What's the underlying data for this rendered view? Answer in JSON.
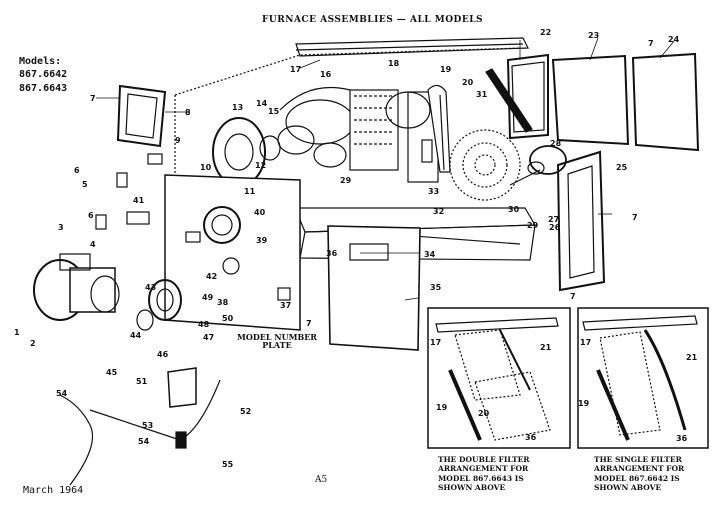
{
  "title": "FURNACE ASSEMBLIES — ALL MODELS",
  "models": {
    "heading": "Models:",
    "list": [
      "867.6642",
      "867.6643"
    ]
  },
  "model_number_plate_label": "MODEL NUMBER\nPLATE",
  "inset_double": {
    "caption": "THE DOUBLE FILTER ARRANGEMENT FOR MODEL 867.6643 IS SHOWN ABOVE",
    "callouts": [
      "17",
      "21",
      "19",
      "20",
      "36"
    ]
  },
  "inset_single": {
    "caption": "THE SINGLE FILTER ARRANGEMENT FOR MODEL 867.6642 IS SHOWN ABOVE",
    "callouts": [
      "17",
      "21",
      "19",
      "36"
    ]
  },
  "page_ref": "A5",
  "date": "March 1964",
  "callouts": [
    "1",
    "2",
    "3",
    "4",
    "5",
    "6",
    "7",
    "8",
    "9",
    "10",
    "11",
    "12",
    "13",
    "14",
    "15",
    "16",
    "17",
    "18",
    "19",
    "20",
    "21",
    "22",
    "23",
    "24",
    "25",
    "26",
    "27",
    "28",
    "29",
    "30",
    "31",
    "32",
    "33",
    "34",
    "35",
    "36",
    "37",
    "38",
    "39",
    "40",
    "41",
    "42",
    "43",
    "44",
    "45",
    "46",
    "47",
    "48",
    "49",
    "50",
    "51",
    "52",
    "53",
    "54",
    "55"
  ]
}
